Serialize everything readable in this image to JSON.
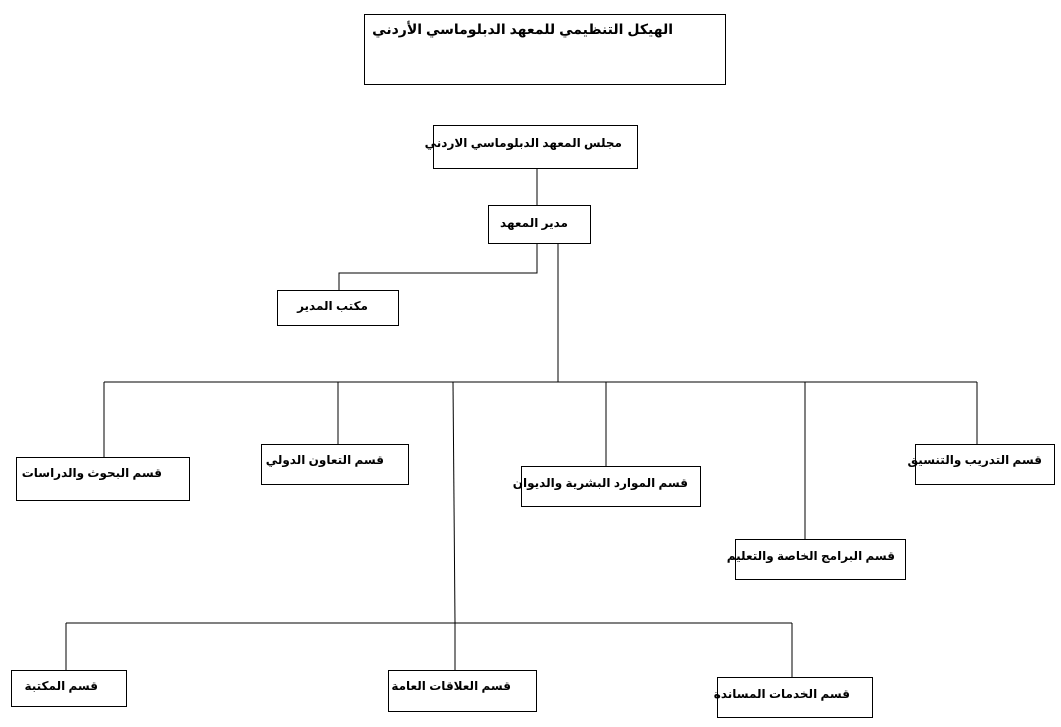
{
  "title": "الهيكل التنظيمي للمعهد الدبلوماسي الأردني",
  "nodes": {
    "council": "مجلس المعهد الدبلوماسي الاردني",
    "director": "مدير المعهد",
    "director_office": "مكتب المدير",
    "research": "قسم البحوث والدراسات",
    "cooperation": "قسم التعاون الدولي",
    "hr": "قسم الموارد البشرية والديوان",
    "special_programs": "قسم البرامج الخاصة والتعليم",
    "training": "قسم التدريب والتنسيق",
    "library": "قسم المكتبة",
    "public_relations": "قسم العلاقات العامة",
    "support_services": "قسم الخدمات المساندة"
  },
  "colors": {
    "line": "#000000",
    "box_border": "#000000",
    "background": "#ffffff"
  }
}
